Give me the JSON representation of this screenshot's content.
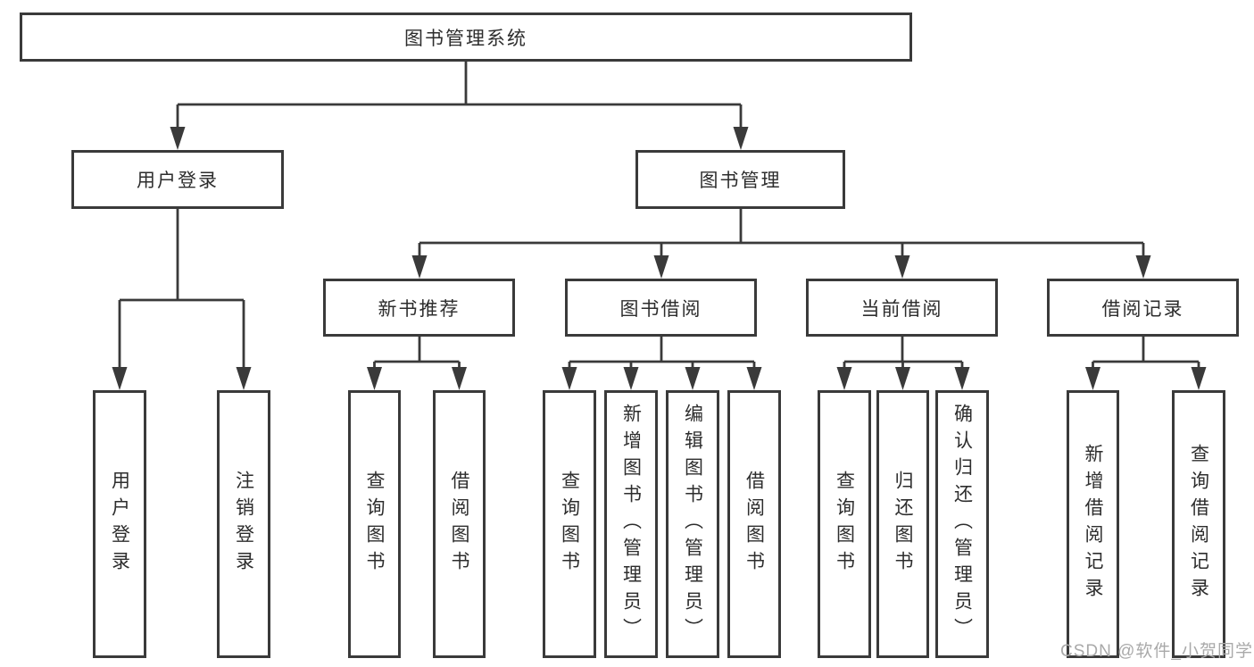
{
  "title": "图书管理系统",
  "tree": {
    "root": {
      "label": "图书管理系统"
    },
    "branches": [
      {
        "label": "用户登录",
        "children": [
          {
            "label": "用户登录"
          },
          {
            "label": "注销登录"
          }
        ]
      },
      {
        "label": "图书管理",
        "children": [
          {
            "label": "新书推荐",
            "children": [
              {
                "label": "查询图书"
              },
              {
                "label": "借阅图书"
              }
            ]
          },
          {
            "label": "图书借阅",
            "children": [
              {
                "label": "查询图书"
              },
              {
                "label": "新增图书（管理员）"
              },
              {
                "label": "编辑图书（管理员）"
              },
              {
                "label": "借阅图书"
              }
            ]
          },
          {
            "label": "当前借阅",
            "children": [
              {
                "label": "查询图书"
              },
              {
                "label": "归还图书"
              },
              {
                "label": "确认归还（管理员）"
              }
            ]
          },
          {
            "label": "借阅记录",
            "children": [
              {
                "label": "新增借阅记录"
              },
              {
                "label": "查询借阅记录"
              }
            ]
          }
        ]
      }
    ]
  },
  "watermark": "CSDN @软件_小贺同学",
  "colors": {
    "line": "#3a3a3a",
    "box_border": "#3a3a3a",
    "text": "#2d2d2d",
    "watermark": "#a9a9a9",
    "background": "#ffffff"
  }
}
